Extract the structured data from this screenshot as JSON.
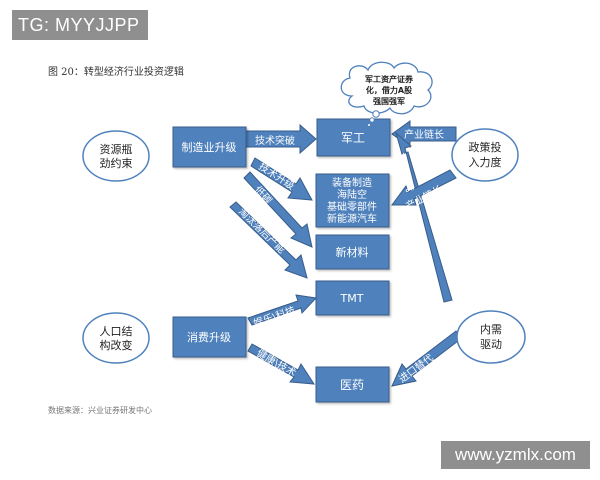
{
  "watermark_top_left": "TG: MYYJJPP",
  "watermark_bottom_right": "www.yzmlx.com",
  "figure_title": "图 20：转型经济行业投资逻辑",
  "source": "数据来源：兴业证券研发中心",
  "circles": {
    "resources": [
      "资源瓶",
      "劲约束"
    ],
    "policy": [
      "政策投",
      "入力度"
    ],
    "population": [
      "人口结",
      "构改变"
    ],
    "domestic": [
      "内需",
      "驱动"
    ]
  },
  "cloud": [
    "军工资产证券",
    "化，借力A股",
    "强国强军"
  ],
  "boxes": {
    "manufacturing_upgrade": "制造业升级",
    "consumption_upgrade": "消费升级",
    "military": "军工",
    "equipment": [
      "装备制造",
      "海陆空",
      "基础零部件",
      "新能源汽车"
    ],
    "new_materials": "新材料",
    "tmt": "TMT",
    "medicine": "医药"
  },
  "arrows": {
    "tech_breakthrough": "技术突破",
    "tech_upgrade": "技术升级",
    "low_carbon": "低碳",
    "eliminate_capacity": "淘汰落后产能",
    "entertainment_tech": "娱乐\\科技",
    "health_tech": "健康\\技术",
    "industry_chain_1": "产业链长",
    "industry_chain_2": "产业链长",
    "import_substitute_1": "进口替代",
    "import_substitute_2": "进口替代"
  },
  "colors": {
    "box_fill": "#4f81bd",
    "box_stroke": "#385d8a",
    "circle_stroke": "#4f81bd",
    "watermark_bg": "#8f8f8f"
  }
}
